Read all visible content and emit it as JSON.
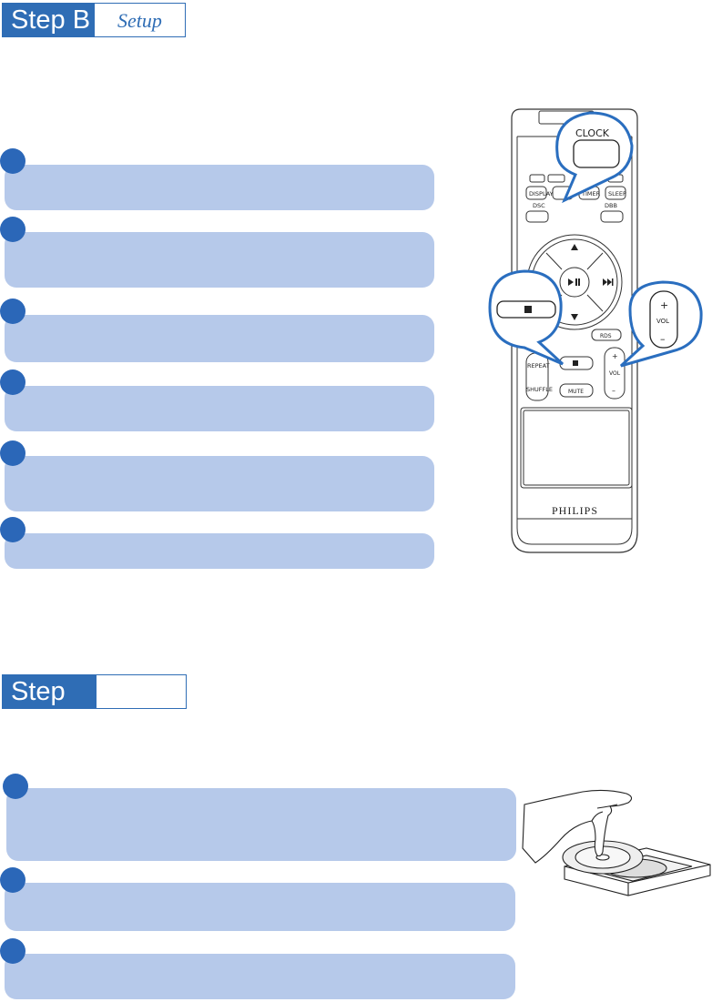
{
  "section1": {
    "step_word": "Step B",
    "step_sub": "Setup",
    "steps": [
      {
        "bar": {
          "l": 5,
          "t": 181,
          "w": 472,
          "h": 50
        },
        "dot": {
          "l": 0,
          "t": 163
        }
      },
      {
        "bar": {
          "l": 5,
          "t": 255,
          "w": 472,
          "h": 61
        },
        "dot": {
          "l": 0,
          "t": 238
        }
      },
      {
        "bar": {
          "l": 5,
          "t": 346,
          "w": 472,
          "h": 52
        },
        "dot": {
          "l": 0,
          "t": 328
        }
      },
      {
        "bar": {
          "l": 5,
          "t": 424,
          "w": 472,
          "h": 50
        },
        "dot": {
          "l": 0,
          "t": 406
        }
      },
      {
        "bar": {
          "l": 5,
          "t": 501,
          "w": 472,
          "h": 61
        },
        "dot": {
          "l": 0,
          "t": 484
        }
      },
      {
        "bar": {
          "l": 5,
          "t": 586,
          "w": 472,
          "h": 39
        },
        "dot": {
          "l": 0,
          "t": 568
        }
      }
    ]
  },
  "section2": {
    "step_word": "Step",
    "step_sub": "",
    "steps": [
      {
        "bar": {
          "l": 7,
          "t": 866,
          "w": 560,
          "h": 80
        },
        "dot": {
          "l": 3,
          "t": 850
        }
      },
      {
        "bar": {
          "l": 5,
          "t": 970,
          "w": 561,
          "h": 53
        },
        "dot": {
          "l": 0,
          "t": 953
        }
      },
      {
        "bar": {
          "l": 5,
          "t": 1048,
          "w": 561,
          "h": 50
        },
        "dot": {
          "l": 0,
          "t": 1031
        }
      }
    ]
  },
  "remote": {
    "brand": "PHILIPS",
    "callout_clock": "CLOCK",
    "labels": {
      "display": "DISPLAY",
      "timer": "TIMER",
      "sleep": "SLEEP",
      "dsc": "DSC",
      "dbb": "DBB",
      "rds": "RDS",
      "repeat": "REPEAT",
      "shuffle": "SHUFFLE",
      "mute": "MUTE",
      "vol": "VOL",
      "plus": "+",
      "minus": "–"
    }
  },
  "colors": {
    "accent": "#2f6db5",
    "bar": "#b6c9ea",
    "dot": "#2b67b8",
    "callout": "#2a6ebf"
  }
}
